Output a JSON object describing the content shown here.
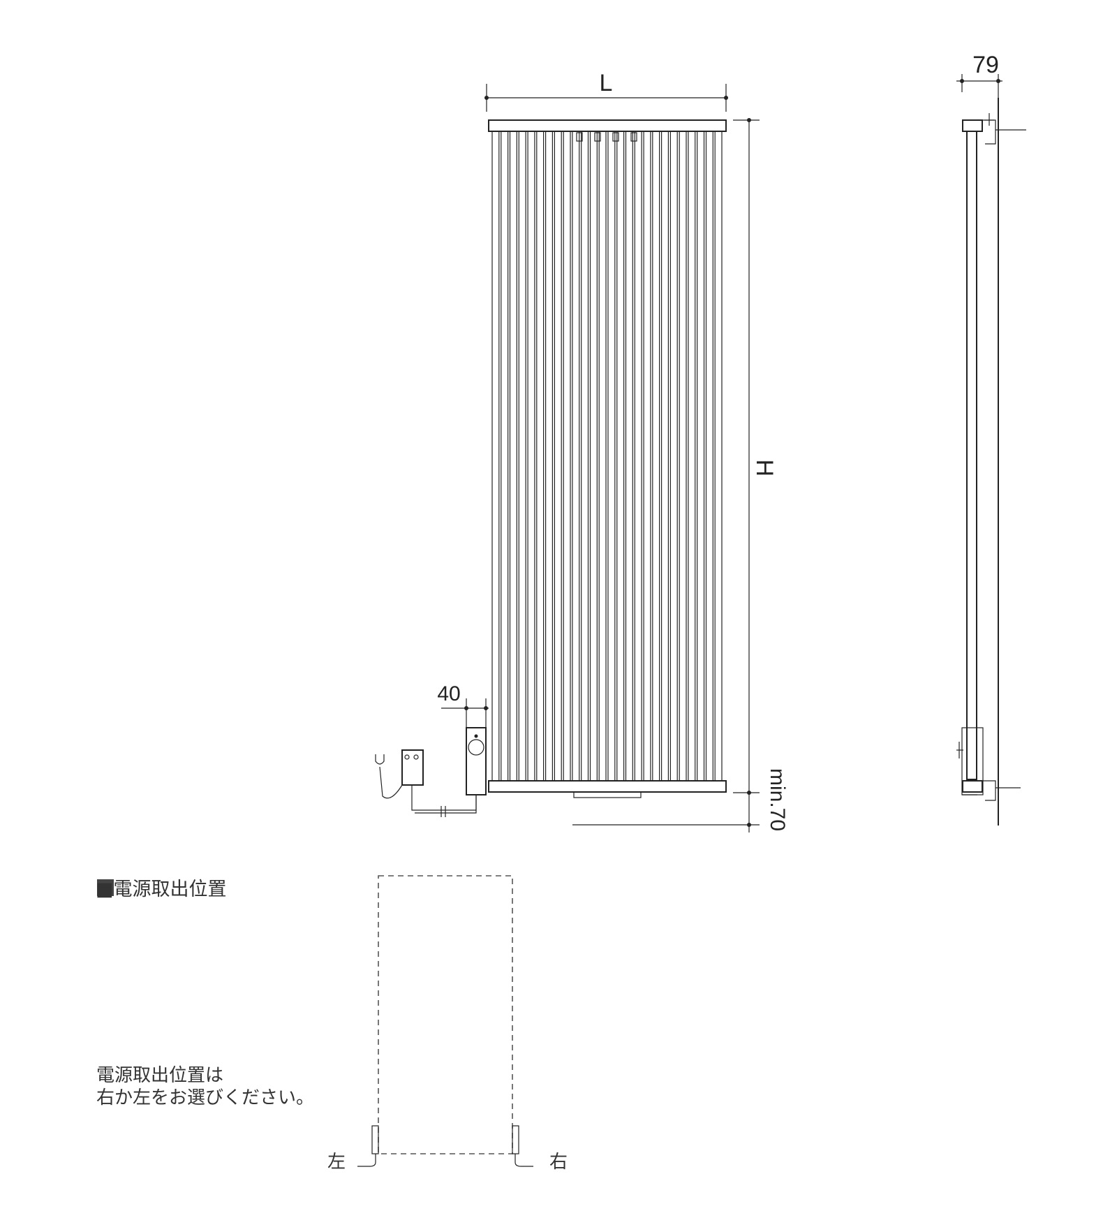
{
  "dimensions": {
    "width_label": "L",
    "height_label": "H",
    "depth_label": "79",
    "controller_label": "40",
    "floor_clearance_label": "min.70"
  },
  "power_position": {
    "heading": "■電源取出位置",
    "note_line1": "電源取出位置は",
    "note_line2": "右か左をお選びください。",
    "left_label": "左",
    "right_label": "右"
  },
  "colors": {
    "line": "#222222",
    "dashed": "#555555",
    "heading_square": "#444444"
  },
  "radiator": {
    "tube_count": 26
  }
}
